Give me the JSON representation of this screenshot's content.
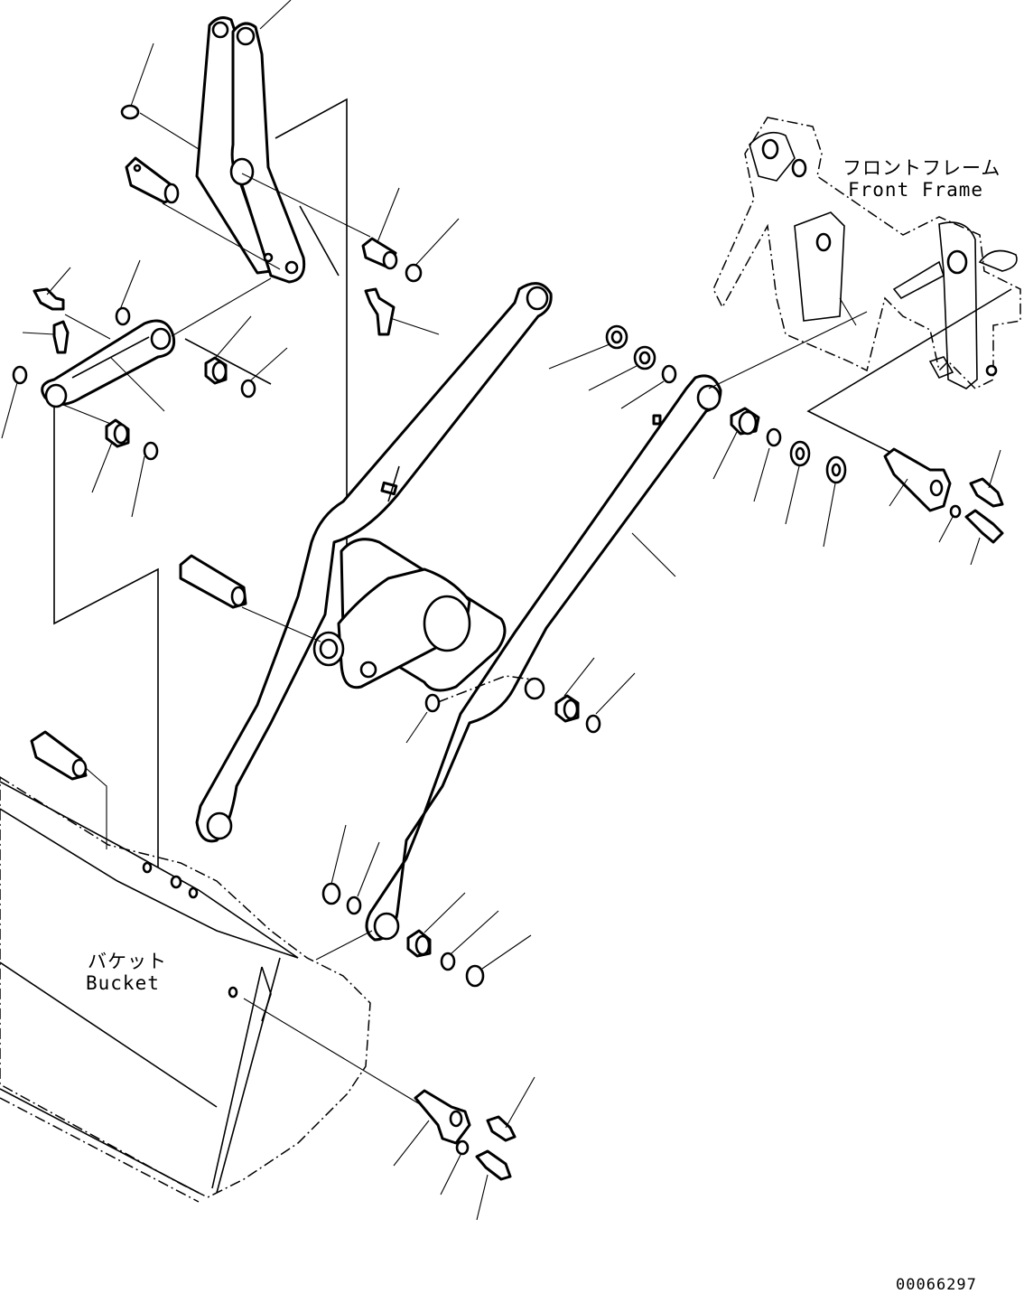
{
  "diagram": {
    "labels": {
      "front_frame_jp": "フロントフレーム",
      "front_frame_en": "Front Frame",
      "bucket_jp": "バケット",
      "bucket_en": "Bucket"
    },
    "drawing_number": "00066297"
  }
}
